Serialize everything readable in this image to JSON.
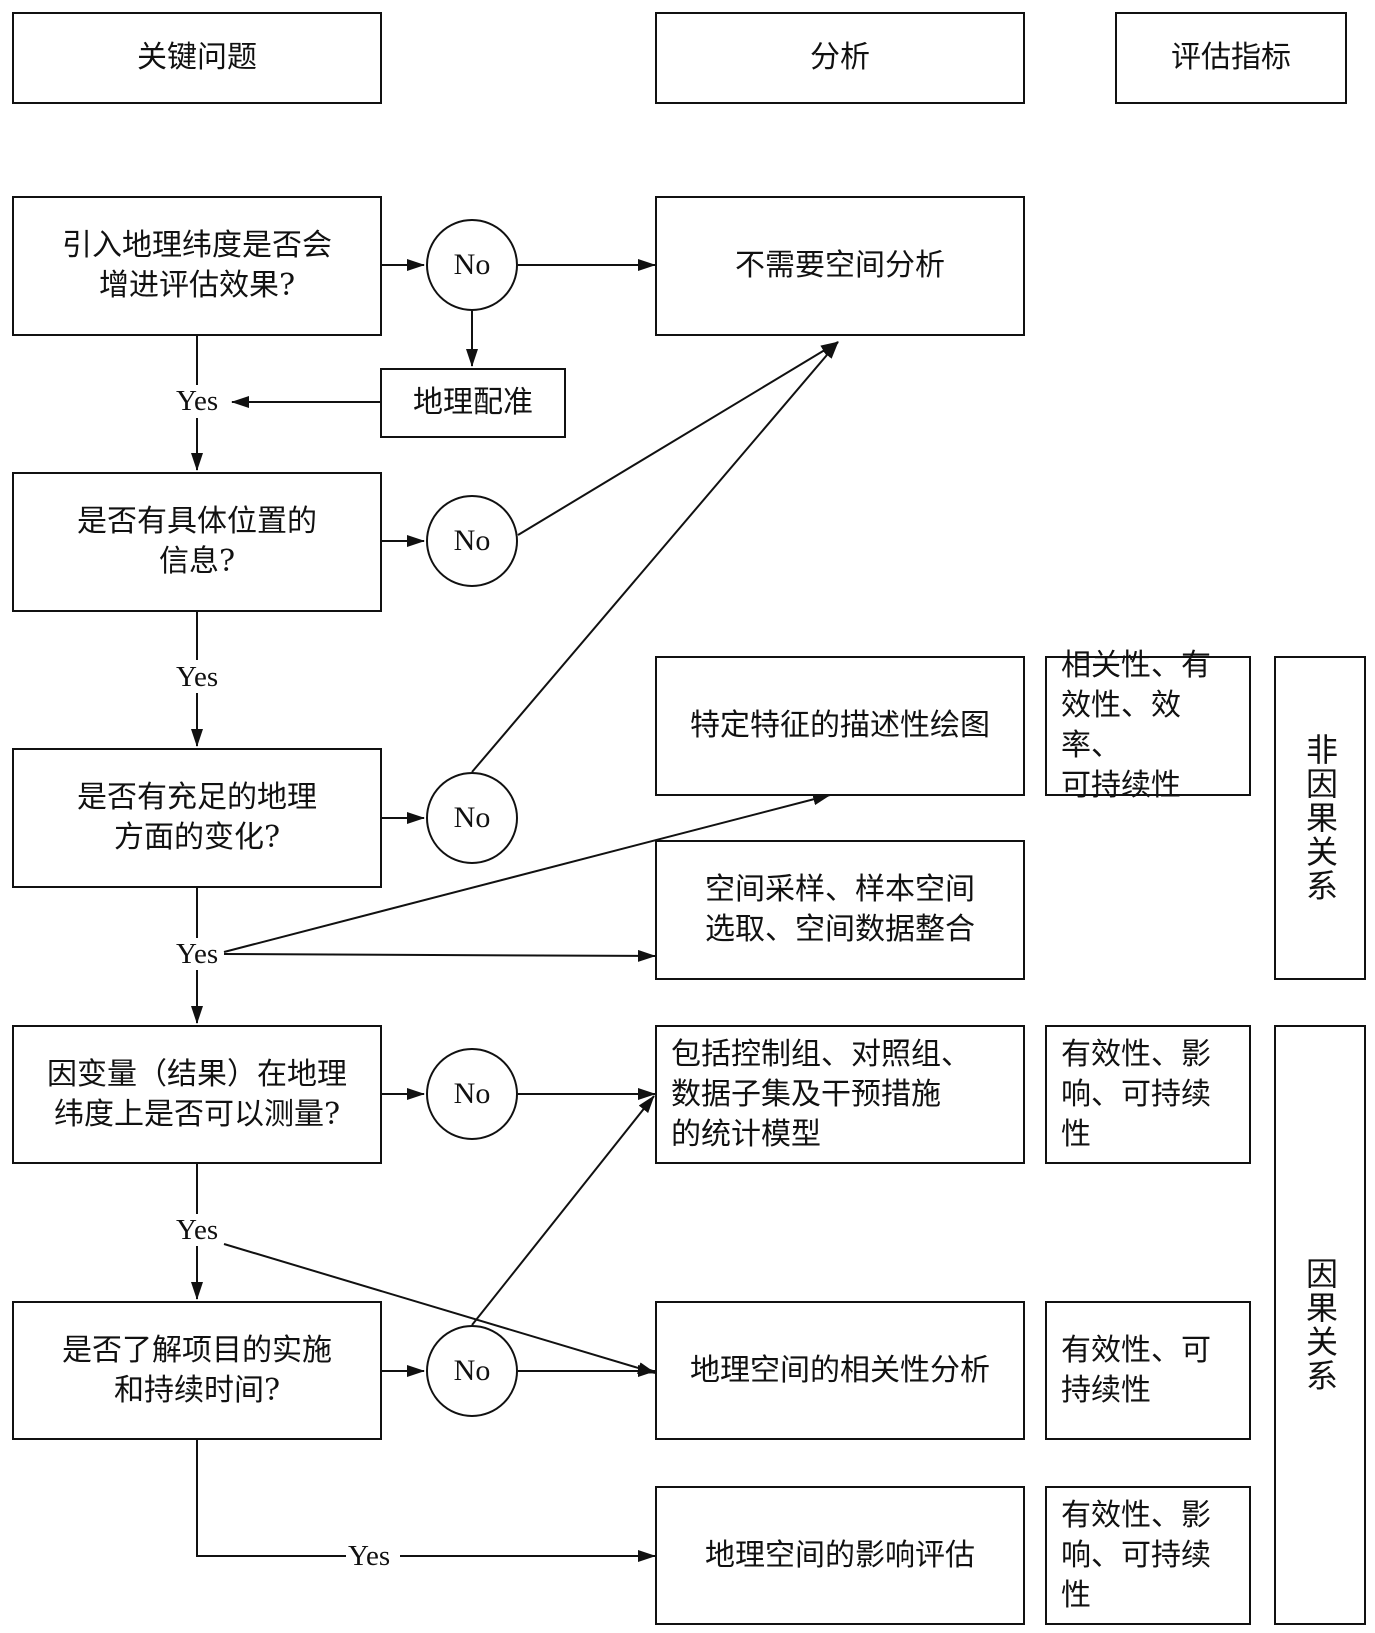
{
  "headers": {
    "key_question": "关键问题",
    "analysis": "分析",
    "metrics": "评估指标"
  },
  "questions": [
    "引入地理纬度是否会\n增进评估效果?",
    "是否有具体位置的\n信息?",
    "是否有充足的地理\n方面的变化?",
    "因变量（结果）在地理\n纬度上是否可以测量?",
    "是否了解项目的实施\n和持续时间?"
  ],
  "georef": "地理配准",
  "no_label": "No",
  "yes_label": "Yes",
  "analyses": {
    "no_spatial": "不需要空间分析",
    "descriptive_mapping": "特定特征的描述性绘图",
    "sampling": "空间采样、样本空间\n选取、空间数据整合",
    "statistical_model": "包括控制组、对照组、\n数据子集及干预措施\n的统计模型",
    "correlation": "地理空间的相关性分析",
    "impact": "地理空间的影响评估"
  },
  "metrics": {
    "descriptive": "相关性、有\n效性、效率、\n可持续性",
    "statistical": "有效性、影\n响、可持续\n性",
    "correlation": "有效性、可\n持续性",
    "impact": "有效性、影\n响、可持续\n性"
  },
  "groups": {
    "non_causal": "非因果关系",
    "causal": "因果关系"
  }
}
